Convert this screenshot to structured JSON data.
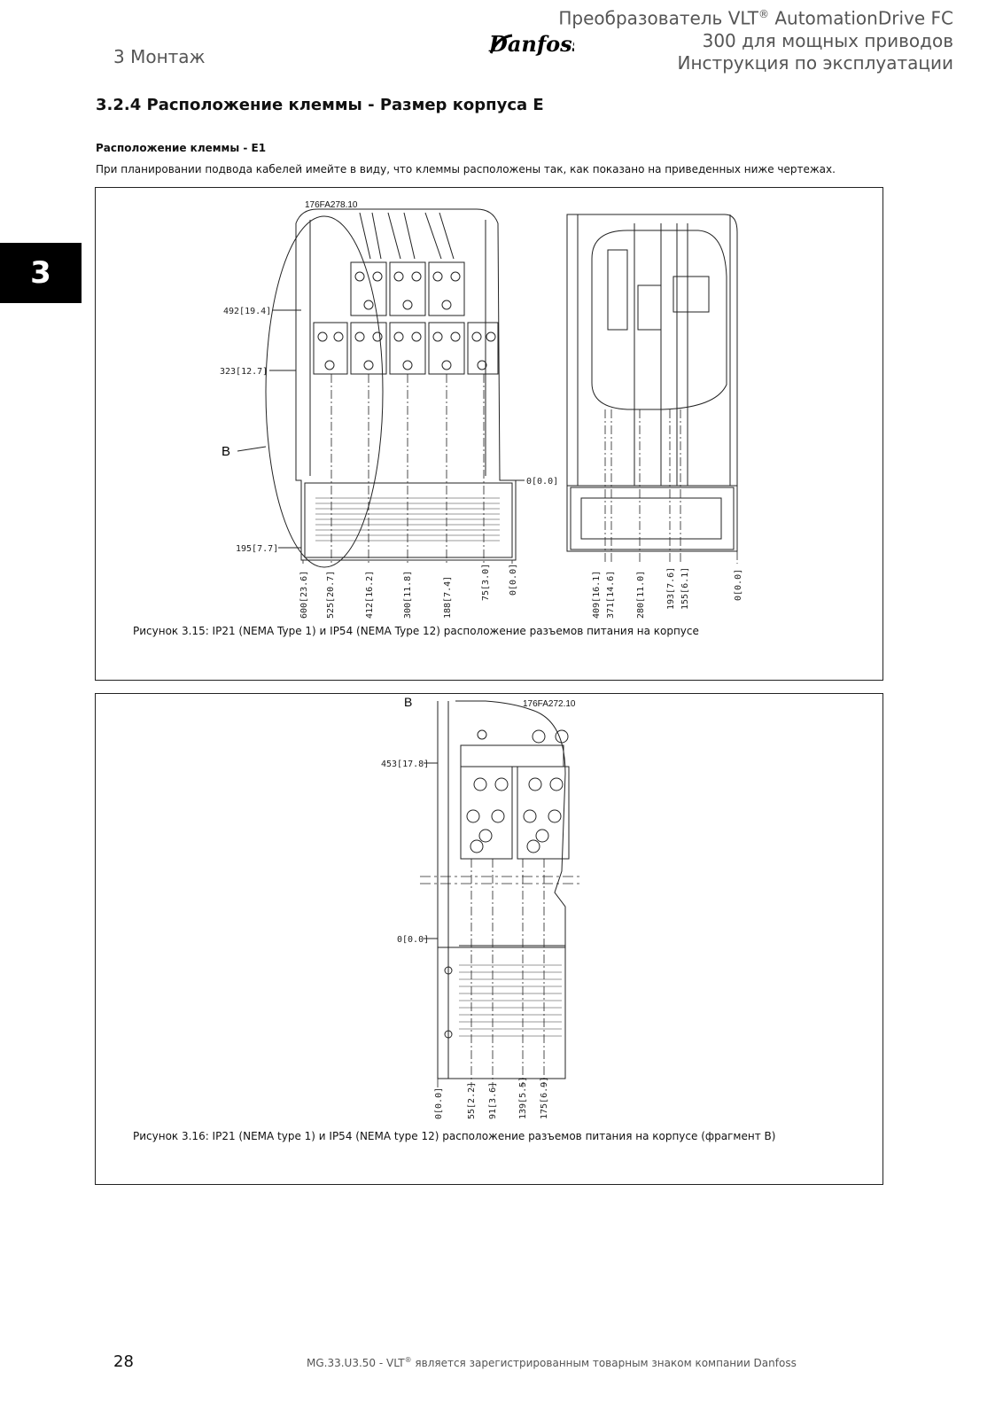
{
  "header": {
    "section": "3 Монтаж",
    "logo": "Danfoss",
    "title_line1_pre": "Преобразователь VLT",
    "title_line1_sup": "®",
    "title_line1_post": " AutomationDrive FC",
    "title_line2": "300 для мощных приводов",
    "title_line3": "Инструкция по эксплуатации"
  },
  "chapter_tab": "3",
  "section_heading": "3.2.4  Расположение клеммы - Размер корпуса E",
  "sub_heading": "Расположение клеммы - E1",
  "intro": "При планировании подвода кабелей имейте в виду, что клеммы расположены так, как показано на приведенных ниже чертежах.",
  "figure1": {
    "code": "176FA278.10",
    "callout": "B",
    "left_dims": [
      "492[19.4]",
      "323[12.7]",
      "195[7.7]"
    ],
    "right_zero": "0[0.0]",
    "bottom_dims_front": [
      "600[23.6]",
      "525[20.7]",
      "412[16.2]",
      "300[11.8]",
      "188[7.4]",
      "75[3.0]",
      "0[0.0]"
    ],
    "bottom_dims_side": [
      "409[16.1]",
      "371[14.6]",
      "280[11.0]",
      "193[7.6]",
      "155[6.1]",
      "0[0.0]"
    ],
    "caption": "Рисунок 3.15: IP21 (NEMA Type 1) и IP54 (NEMA Type 12) расположение разъемов питания на корпусе"
  },
  "figure2": {
    "label": "B",
    "code": "176FA272.10",
    "left_dims": [
      "453[17.8]",
      "0[0.0]"
    ],
    "bottom_dims": [
      "0[0.0]",
      "55[2.2]",
      "91[3.6]",
      "139[5.5]",
      "175[6.9]"
    ],
    "caption": "Рисунок 3.16: IP21 (NEMA type 1) и IP54 (NEMA type 12) расположение разъемов питания на корпусе (фрагмент B)"
  },
  "footer": {
    "page": "28",
    "text_pre": "MG.33.U3.50 - VLT",
    "text_sup": "®",
    "text_post": " является зарегистрированным товарным знаком компании Danfoss"
  }
}
